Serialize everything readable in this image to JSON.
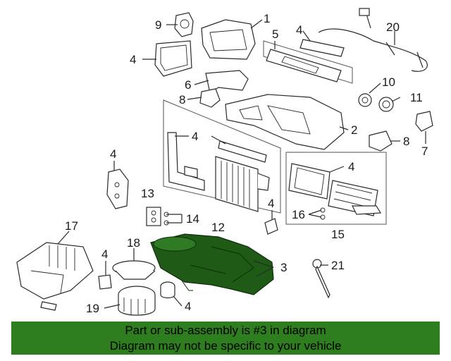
{
  "callouts": [
    "1",
    "2",
    "3",
    "4",
    "5",
    "6",
    "7",
    "8",
    "9",
    "10",
    "11",
    "12",
    "13",
    "14",
    "15",
    "16",
    "17",
    "18",
    "19",
    "20",
    "21"
  ],
  "banner": {
    "line1": "Part or sub-assembly is #3 in diagram",
    "line2": "Diagram may not be specific to your vehicle"
  },
  "colors": {
    "highlight": "#1f5a17",
    "banner_bg": "#2e7d1f"
  }
}
